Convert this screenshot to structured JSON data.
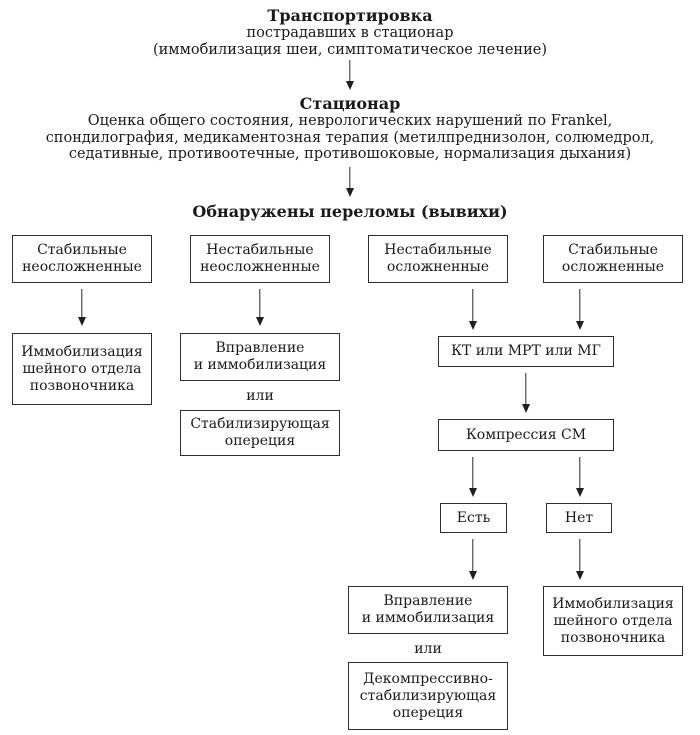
{
  "stage1": {
    "title": "Транспортировка",
    "subtitle": "пострадавших в стационар",
    "note": "(иммобилизация шеи, симптоматическое лечение)"
  },
  "stage2": {
    "title": "Стационар",
    "body": "Оценка общего состояния, неврологических нарушений по Frankel,\nспондилография, медикаментозная терапия (метилпреднизолон, солюмедрол,\nседативные, противоотечные, противошоковые, нормализация дыхания)"
  },
  "stage3": {
    "title": "Обнаружены переломы (вывихи)"
  },
  "or_label": "или",
  "nodes": {
    "stable_uncomplicated": "Стабильные\nнеосложненные",
    "unstable_uncomplicated": "Нестабильные\nнеосложненные",
    "unstable_complicated": "Нестабильные\nосложненные",
    "stable_complicated": "Стабильные\nосложненные",
    "immobilization_left": "Иммобилизация\nшейного отдела\nпозвоночника",
    "reduction_left": "Вправление\nи иммобилизация",
    "stabilizing_surgery": "Стабилизирующая\nопереция",
    "ct_mrt_mg": "КТ или МРТ или МГ",
    "compression": "Компрессия СМ",
    "compression_yes": "Есть",
    "compression_no": "Нет",
    "reduction_bottom": "Вправление\nи иммобилизация",
    "decompressive_surgery": "Декомпрессивно-\nстабилизирующая\nопереция",
    "immobilization_right": "Иммобилизация\nшейного отдела\nпозвоночника"
  },
  "colors": {
    "line": "#2e2e2e",
    "text": "#1a1a1a",
    "background": "#ffffff"
  }
}
